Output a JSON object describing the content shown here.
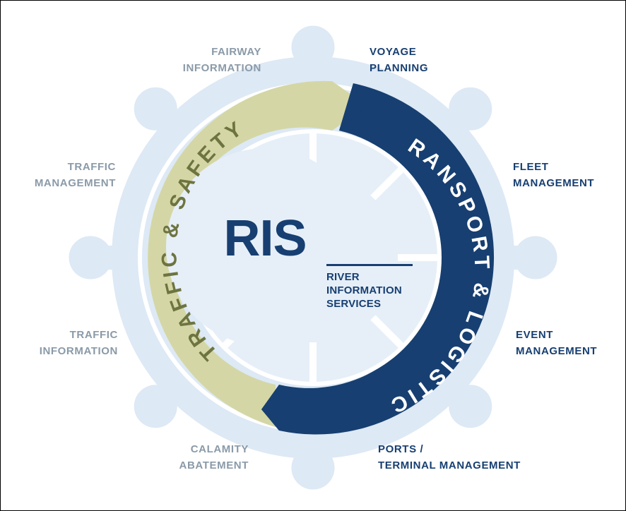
{
  "center": {
    "title": "RIS",
    "subtitle": [
      "RIVER",
      "INFORMATION",
      "SERVICES"
    ]
  },
  "arcs": {
    "left": "TRAFFIC & SAFETY",
    "right": "TRANSPORT & LOGISTICS"
  },
  "services": {
    "fairway": [
      "FAIRWAY",
      "INFORMATION"
    ],
    "voyage": [
      "VOYAGE",
      "PLANNING"
    ],
    "traffic_management": [
      "TRAFFIC",
      "MANAGEMENT"
    ],
    "fleet": [
      "FLEET",
      "MANAGEMENT"
    ],
    "traffic_information": [
      "TRAFFIC",
      "INFORMATION"
    ],
    "event": [
      "EVENT",
      "MANAGEMENT"
    ],
    "calamity": [
      "CALAMITY",
      "ABATEMENT"
    ],
    "ports": [
      "PORTS /",
      "TERMINAL MANAGEMENT"
    ]
  },
  "colors": {
    "wheel": "#dde9f5",
    "inner_circle": "#e6eff8",
    "traffic_safety_arc": "#d4d7a5",
    "transport_logistics_arc": "#173f71",
    "left_label": "#8a9aa8",
    "right_label": "#173f71",
    "arc_text_left": "#6e7440",
    "arc_text_right": "#ffffff"
  }
}
